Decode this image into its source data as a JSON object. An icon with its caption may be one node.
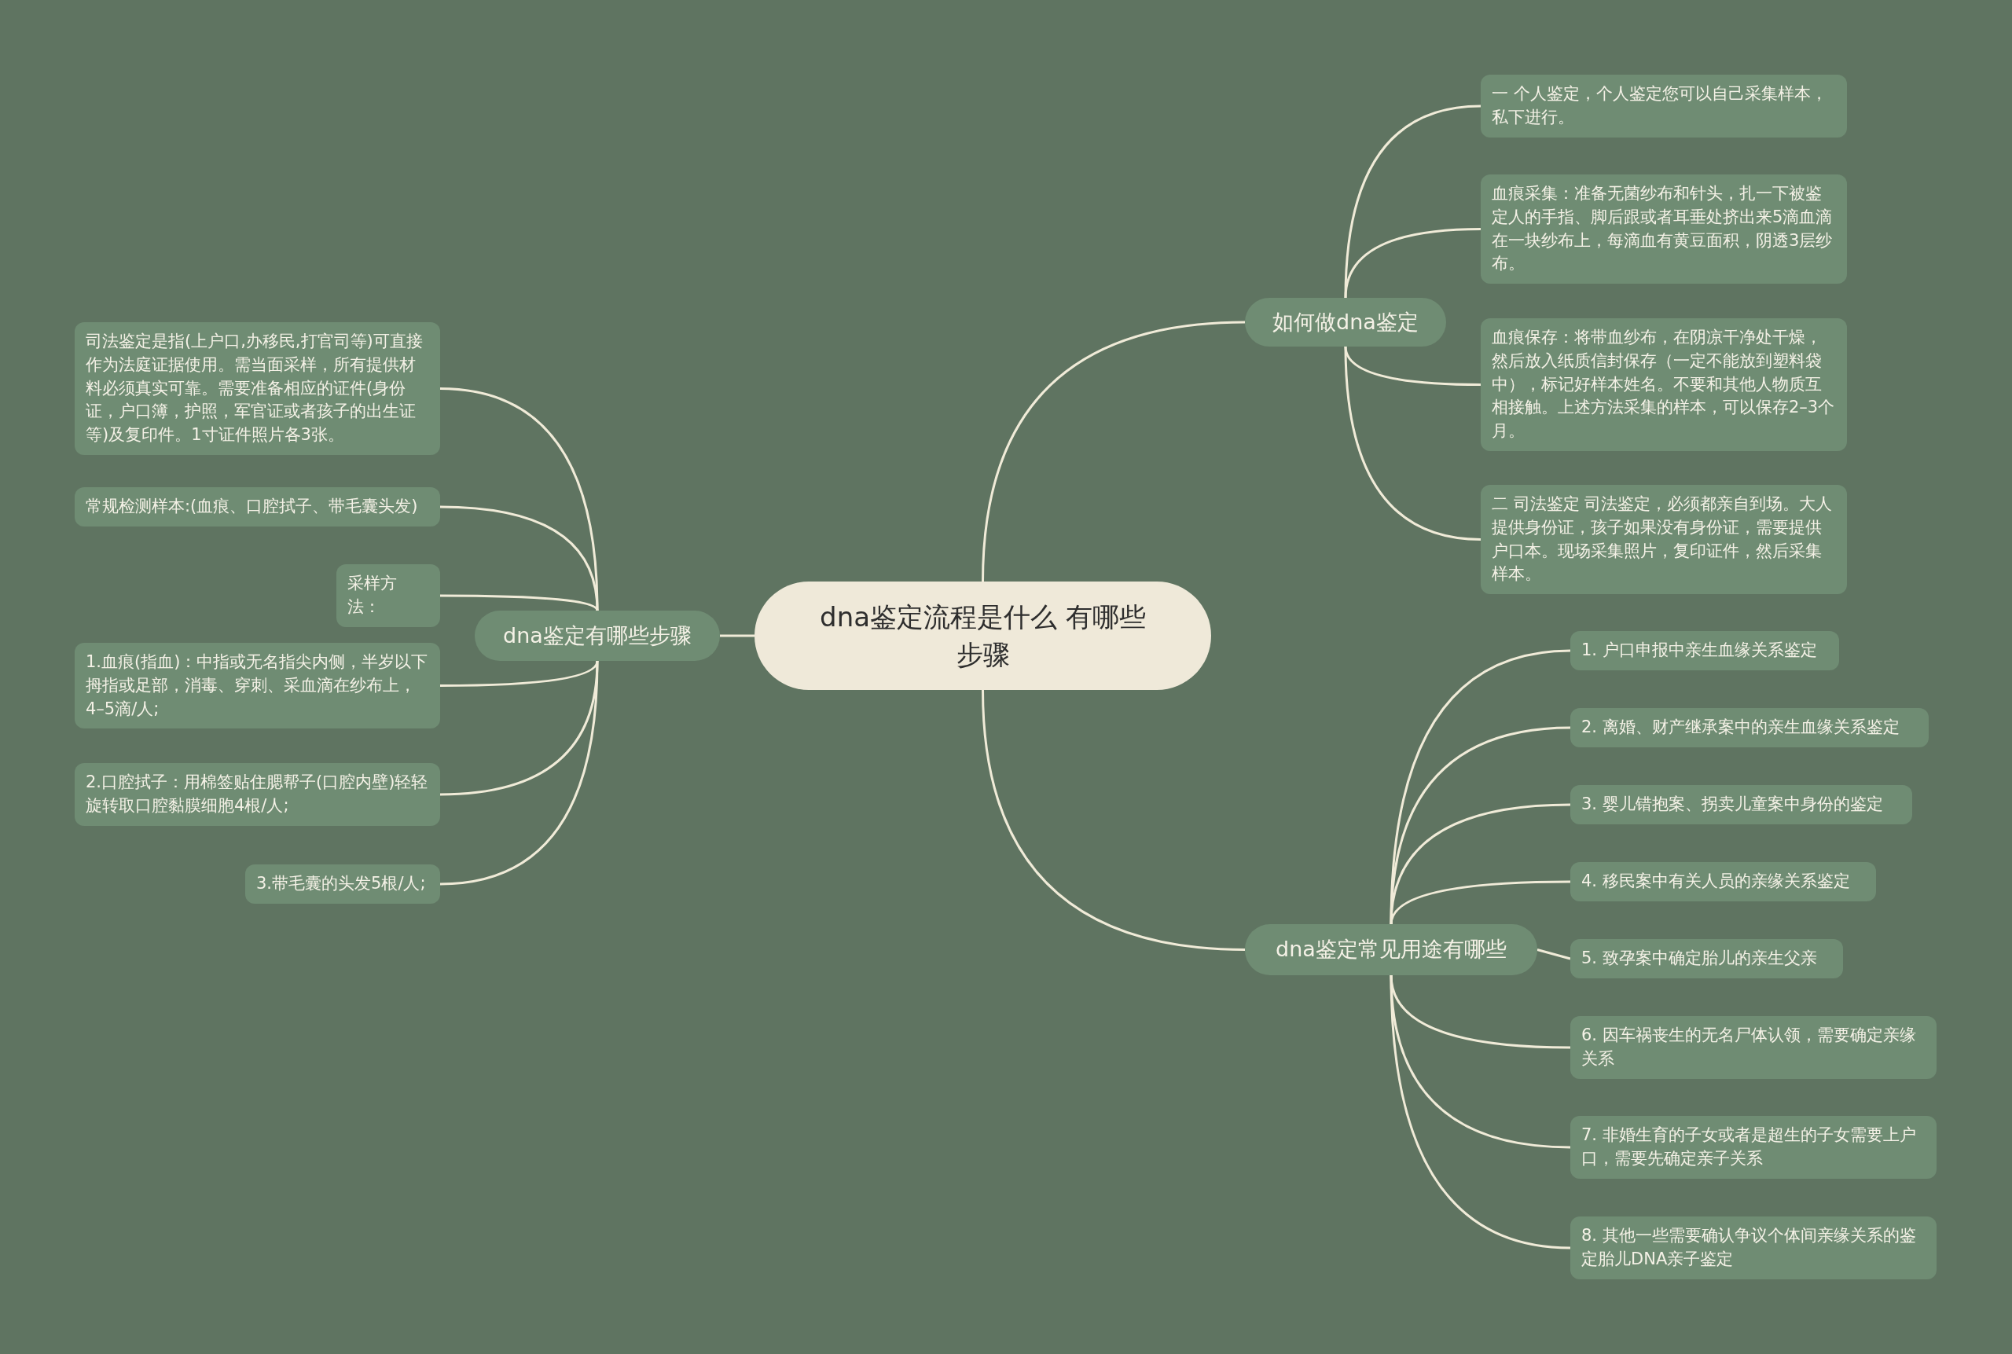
{
  "diagram": {
    "nodes": [
      {
        "text": [
          "dna鉴定流程是什么 有哪些步骤"
        ]
      },
      {
        "text": [
          "如何做dna鉴定"
        ]
      },
      {
        "text": [
          "一 个人鉴定，个人鉴定您可以自己采集样本，私下进行。"
        ]
      },
      {
        "text": [
          "血痕采集：准备无菌纱布和针头，扎一下被鉴定人的手指、脚后跟或者耳垂处挤出来5滴血滴在一块纱布上，每滴血有黄豆面积，阴透3层纱布。"
        ]
      },
      {
        "text": [
          "血痕保存：将带血纱布，在阴凉干净处干燥，然后放入纸质信封保存（一定不能放到塑料袋中），标记好样本姓名。不要和其他人物质互相接触。上述方法采集的样本，可以保存2–3个月。"
        ]
      },
      {
        "text": [
          "二 司法鉴定 司法鉴定，必须都亲自到场。大人提供身份证，孩子如果没有身份证，需要提供户口本。现场采集照片，复印证件，然后采集样本。"
        ]
      },
      {
        "text": [
          "dna鉴定常见用途有哪些"
        ]
      },
      {
        "text": [
          "1.  户口申报中亲生血缘关系鉴定"
        ]
      },
      {
        "text": [
          "2.  离婚、财产继承案中的亲生血缘关系鉴定"
        ]
      },
      {
        "text": [
          "3.  婴儿错抱案、拐卖儿童案中身份的鉴定"
        ]
      },
      {
        "text": [
          "4.  移民案中有关人员的亲缘关系鉴定"
        ]
      },
      {
        "text": [
          "5.  致孕案中确定胎儿的亲生父亲"
        ]
      },
      {
        "text": [
          "6. 因车祸丧生的无名尸体认领，需要确定亲缘关系"
        ]
      },
      {
        "text": [
          "7. 非婚生育的子女或者是超生的子女需要上户口，需要先确定亲子关系"
        ]
      },
      {
        "text": [
          "8.  其他一些需要确认争议个体间亲缘关系的鉴定胎儿DNA亲子鉴定"
        ]
      },
      {
        "text": [
          "dna鉴定有哪些步骤"
        ]
      },
      {
        "text": [
          "司法鉴定是指(上户口,办移民,打官司等)可直接作为法庭证据使用。需当面采样，所有提供材料必须真实可靠。需要准备相应的证件(身份证，户口簿，护照，军官证或者孩子的出生证等)及复印件。1寸证件照片各3张。"
        ]
      },
      {
        "text": [
          "常规检测样本:(血痕、口腔拭子、带毛囊头发)"
        ]
      },
      {
        "text": [
          "采样方法："
        ]
      },
      {
        "text": [
          "1.血痕(指血)：中指或无名指尖内侧，半岁以下拇指或足部，消毒、穿刺、采血滴在纱布上，4–5滴/人;"
        ]
      },
      {
        "text": [
          "2.口腔拭子：用棉签贴住腮帮子(口腔内壁)轻轻旋转取口腔黏膜细胞4根/人;"
        ]
      },
      {
        "text": [
          "3.带毛囊的头发5根/人;"
        ]
      }
    ],
    "edges": [
      {
        "from": 0,
        "to": 1,
        "arrow": "none"
      },
      {
        "from": 1,
        "to": 2,
        "arrow": "none"
      },
      {
        "from": 1,
        "to": 3,
        "arrow": "none"
      },
      {
        "from": 1,
        "to": 4,
        "arrow": "none"
      },
      {
        "from": 1,
        "to": 5,
        "arrow": "none"
      },
      {
        "from": 0,
        "to": 6,
        "arrow": "none"
      },
      {
        "from": 6,
        "to": 7,
        "arrow": "none"
      },
      {
        "from": 6,
        "to": 8,
        "arrow": "none"
      },
      {
        "from": 6,
        "to": 9,
        "arrow": "none"
      },
      {
        "from": 6,
        "to": 10,
        "arrow": "none"
      },
      {
        "from": 6,
        "to": 11,
        "arrow": "none"
      },
      {
        "from": 6,
        "to": 12,
        "arrow": "none"
      },
      {
        "from": 6,
        "to": 13,
        "arrow": "none"
      },
      {
        "from": 6,
        "to": 14,
        "arrow": "none"
      },
      {
        "from": 0,
        "to": 15,
        "arrow": "none"
      },
      {
        "from": 15,
        "to": 16,
        "arrow": "none"
      },
      {
        "from": 15,
        "to": 17,
        "arrow": "none"
      },
      {
        "from": 15,
        "to": 18,
        "arrow": "none"
      },
      {
        "from": 15,
        "to": 19,
        "arrow": "none"
      },
      {
        "from": 15,
        "to": 20,
        "arrow": "none"
      },
      {
        "from": 15,
        "to": 21,
        "arrow": "none"
      }
    ]
  }
}
